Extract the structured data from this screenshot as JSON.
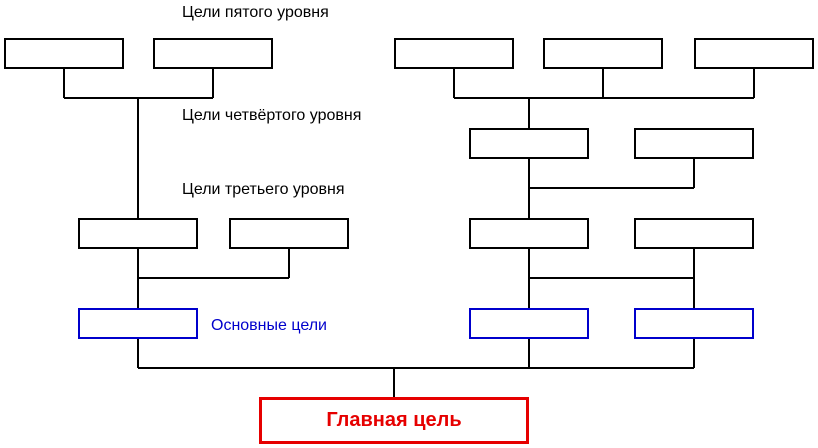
{
  "labels": {
    "level5": "Цели пятого уровня",
    "level4": "Цели четвёртого уровня",
    "level3": "Цели третьего уровня",
    "basic_goals": "Основные цели",
    "main_goal": "Главная цель"
  },
  "colors": {
    "line": "#000000",
    "basic_goal_border": "#0000cc",
    "main_goal": "#e60000"
  }
}
